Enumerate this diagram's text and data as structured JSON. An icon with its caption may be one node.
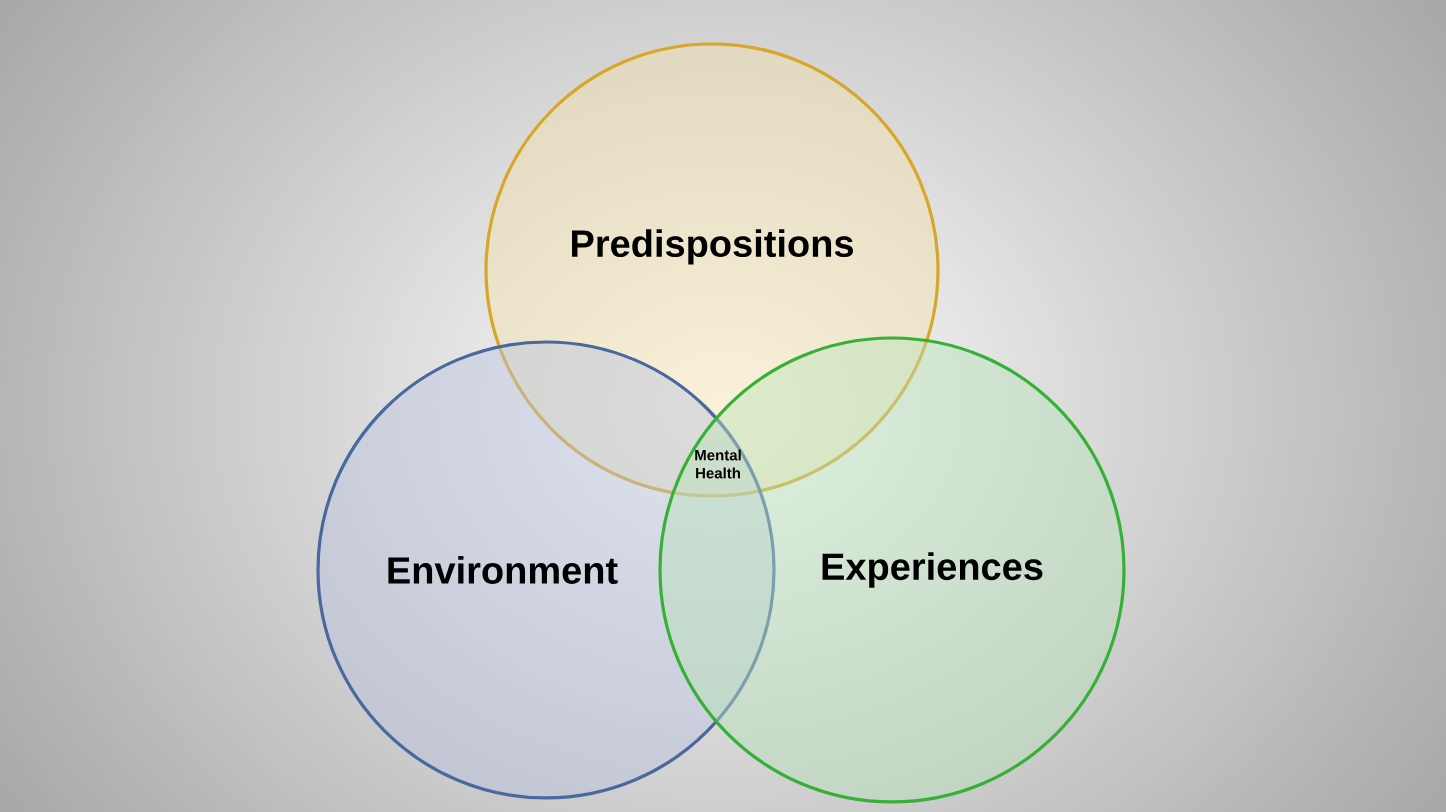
{
  "diagram": {
    "nodes": [
      {
        "text": [
          "Predispositions"
        ]
      },
      {
        "text": [
          "Environment"
        ]
      },
      {
        "text": [
          "Experiences"
        ]
      }
    ],
    "labels": [
      "Mental Health"
    ]
  }
}
